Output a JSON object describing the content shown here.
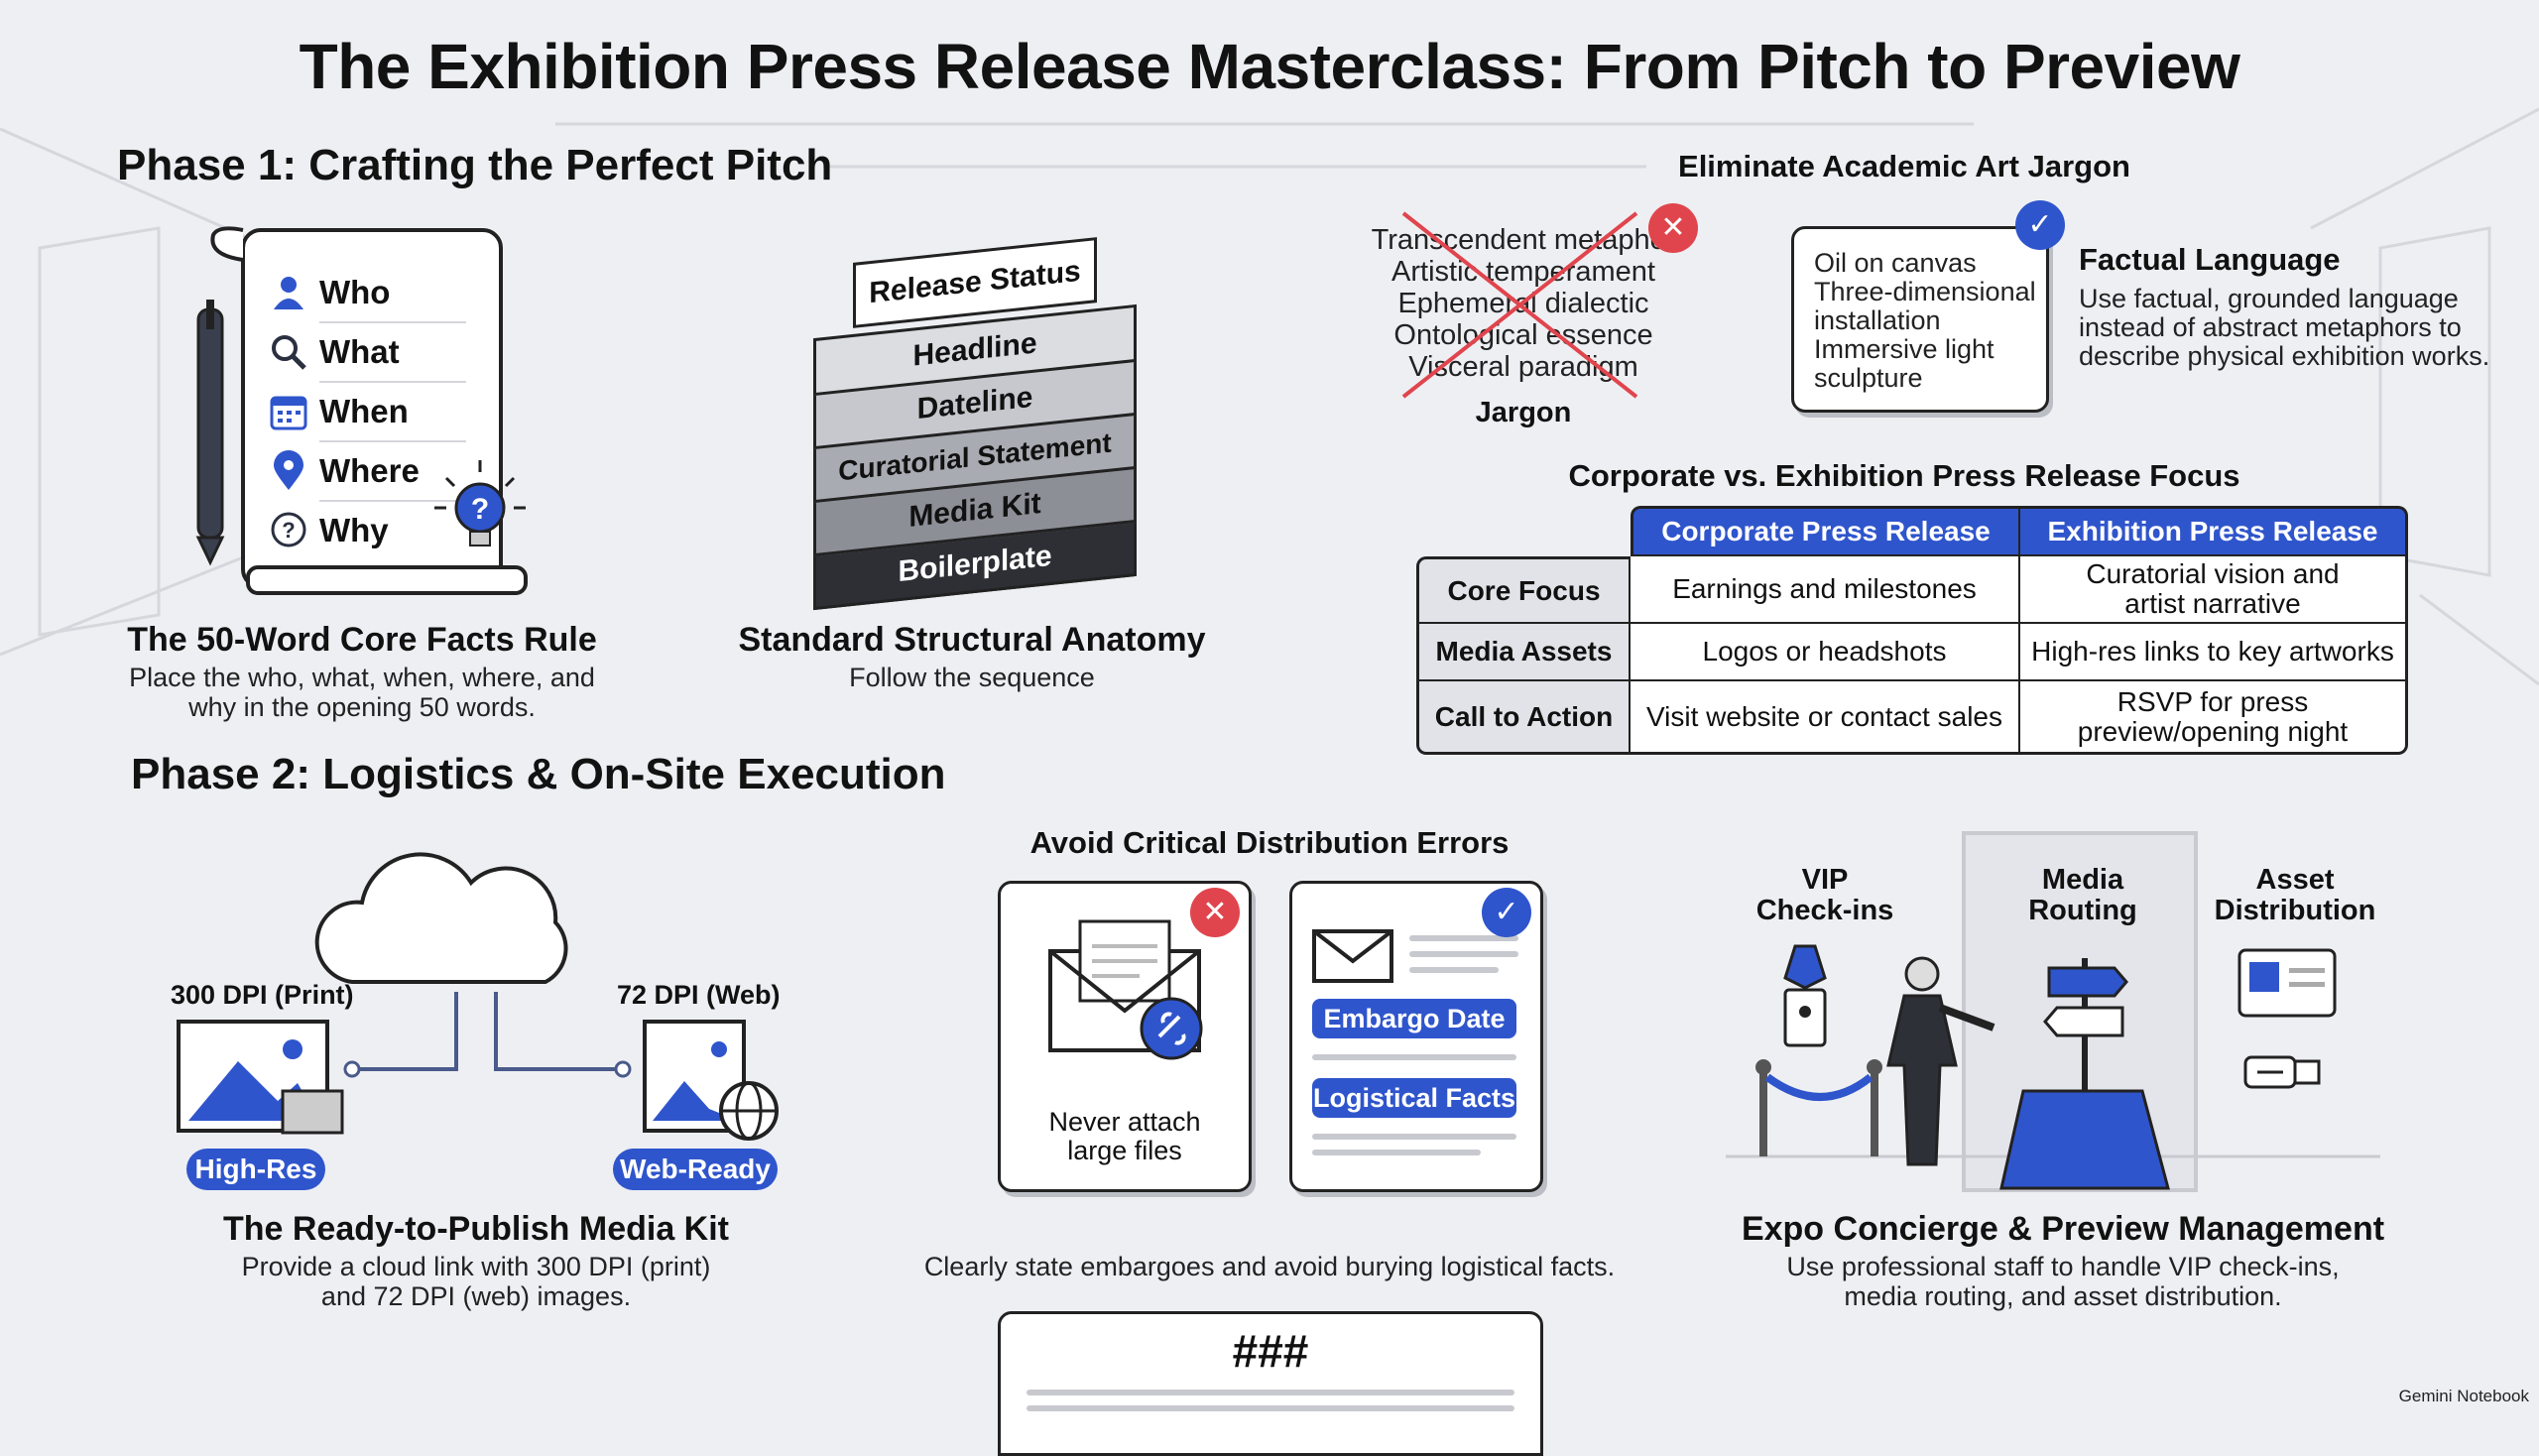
{
  "title": "The Exhibition Press Release Masterclass: From Pitch to Preview",
  "phase1": {
    "heading": "Phase 1: Crafting the Perfect Pitch"
  },
  "phase2": {
    "heading": "Phase 2: Logistics & On-Site Execution"
  },
  "core_facts": {
    "items": [
      "Who",
      "What",
      "When",
      "Where",
      "Why"
    ],
    "title": "The 50-Word Core Facts Rule",
    "desc_line1": "Place the who, what, when, where, and",
    "desc_line2": "why in the opening 50 words."
  },
  "anatomy": {
    "layers": [
      "Release Status",
      "Headline",
      "Dateline",
      "Curatorial Statement",
      "Media Kit",
      "Boilerplate"
    ],
    "title": "Standard Structural Anatomy",
    "desc": "Follow the sequence"
  },
  "jargon": {
    "heading": "Eliminate Academic Art Jargon",
    "bad_words": [
      "Transcendent metaphor",
      "Artistic temperament",
      "Ephemeral dialectic",
      "Ontological essence",
      "Visceral paradigm"
    ],
    "bad_label": "Jargon",
    "good_words": [
      "Oil on canvas",
      "Three-dimensional",
      "installation",
      "Immersive light",
      "sculpture"
    ],
    "good_title": "Factual Language",
    "good_desc_line1": "Use factual, grounded language",
    "good_desc_line2": "instead of abstract metaphors to",
    "good_desc_line3": "describe physical exhibition works."
  },
  "comparison": {
    "heading": "Corporate vs. Exhibition Press Release Focus",
    "col1": "Corporate Press Release",
    "col2": "Exhibition Press Release",
    "rows": [
      {
        "label": "Core Focus",
        "corporate": "Earnings and milestones",
        "exhibition_1": "Curatorial vision and",
        "exhibition_2": "artist narrative"
      },
      {
        "label": "Media Assets",
        "corporate": "Logos or headshots",
        "exhibition_1": "High-res links to key artworks",
        "exhibition_2": ""
      },
      {
        "label": "Call to Action",
        "corporate": "Visit website or contact sales",
        "exhibition_1": "RSVP for press",
        "exhibition_2": "preview/opening night"
      }
    ]
  },
  "media_kit": {
    "print_label": "300 DPI (Print)",
    "web_label": "72 DPI (Web)",
    "print_badge": "High-Res",
    "web_badge": "Web-Ready",
    "title": "The Ready-to-Publish Media Kit",
    "desc_line1": "Provide a cloud link with 300 DPI (print)",
    "desc_line2": "and 72 DPI (web) images."
  },
  "distribution": {
    "heading": "Avoid Critical Distribution Errors",
    "bad_line1": "Never attach",
    "bad_line2": "large files",
    "embargo_label": "Embargo Date",
    "logistics_label": "Logistical Facts",
    "desc": "Clearly state embargoes and avoid burying logistical facts.",
    "end_mark": "###"
  },
  "concierge": {
    "vip_1": "VIP",
    "vip_2": "Check-ins",
    "media_1": "Media",
    "media_2": "Routing",
    "asset_1": "Asset",
    "asset_2": "Distribution",
    "title": "Expo Concierge & Preview Management",
    "desc_line1": "Use professional staff to handle VIP check-ins,",
    "desc_line2": "media routing, and asset distribution."
  },
  "watermark": "Gemini Notebook",
  "colors": {
    "accent": "#2f55cc",
    "error": "#e0454d",
    "background": "#eeeff3"
  }
}
